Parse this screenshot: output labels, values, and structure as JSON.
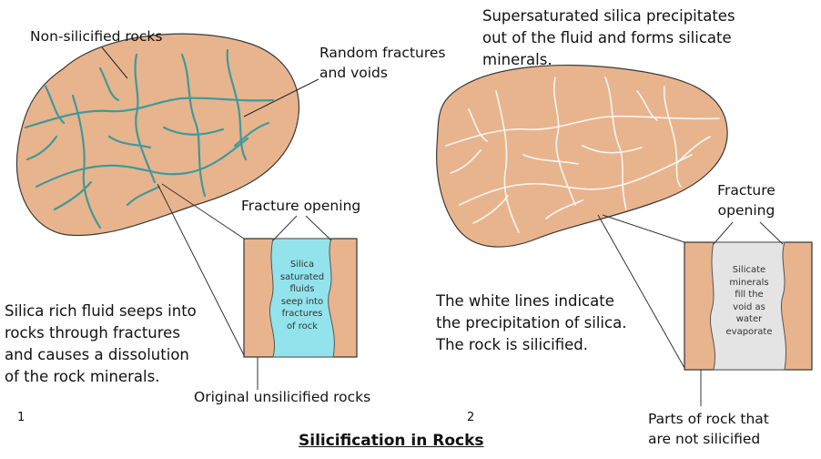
{
  "panel1": {
    "label_non_silicified": "Non-silicified rocks",
    "label_random_fractures": [
      "Random fractures",
      "and voids"
    ],
    "label_fracture_opening": "Fracture opening",
    "inset_text": [
      "Silica",
      "saturated",
      "fluids",
      "seep into",
      "fractures",
      "of rock"
    ],
    "description": [
      "Silica rich fluid seeps into",
      "rocks through fractures",
      "and causes a dissolution",
      "of the rock minerals."
    ],
    "label_original": "Original unsilicified rocks",
    "number": "1"
  },
  "panel2": {
    "description_top": [
      "Supersaturated silica precipitates",
      "out of the fluid and forms silicate",
      "minerals."
    ],
    "label_fracture_opening": [
      "Fracture",
      "opening"
    ],
    "inset_text": [
      "Silicate",
      "minerals",
      "fill the",
      "void as",
      "water",
      "evaporate"
    ],
    "description": [
      "The white lines indicate",
      "the precipitation of silica.",
      "The rock is silicified."
    ],
    "label_parts": [
      "Parts of rock that",
      "are not silicified"
    ],
    "number": "2"
  },
  "title": "Silicification in Rocks",
  "colors": {
    "rock": "#e8b48e",
    "rock_outline": "#333333",
    "fluid": "#93e3ec",
    "fracture_teal": "#3e9a9a",
    "silicate_fill": "#e4e4e4",
    "white_line": "#f8f6f2"
  }
}
